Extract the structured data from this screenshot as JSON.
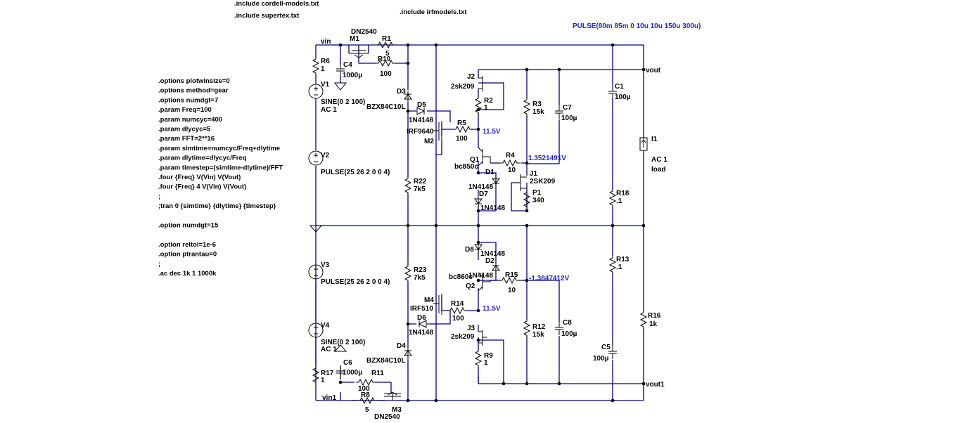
{
  "includes": {
    "cordell": ".include cordell-models.txt",
    "supertex": ".include supertex.txt",
    "irf": ".include irfmodels.txt"
  },
  "pulse_source": "PULSE(80m 85m 0 10u 10u 150u 300u)",
  "directives": [
    ".options plotwinsize=0",
    ".options method=gear",
    ".options numdgt=7",
    ".param Freq=100",
    ".param numcyc=400",
    ".param dlycyc=5",
    ".param FFT=2**16",
    ".param simtime=numcyc/Freq+dlytime",
    ".param dlytime=dlycyc/Freq",
    ".param timestep=(simtime-dlytime)/FFT",
    ".four {Freq} V(Vin) V(Vout)",
    ".four {Freq} 4 V(Vin) V(Vout)",
    ";",
    ";tran 0 {simtime} {dlytime} {timestep}",
    "",
    ".option numdgt=15",
    "",
    ".option reltol=1e-6",
    ".option ptrantau=0",
    ";",
    ".ac dec 1k 1 1000k"
  ],
  "nets": {
    "vin": "vin",
    "vin1": "vin1",
    "vout": "vout",
    "vout1": "vout1"
  },
  "voltages": {
    "v1": "11.5V",
    "v2": "1.3521491V",
    "v3": "11.5V",
    "v4": "-1.3847412V"
  },
  "parts": {
    "m1": {
      "name": "M1",
      "model": "DN2540"
    },
    "m3": {
      "name": "M3",
      "model": "DN2540"
    },
    "m2": {
      "name": "M2",
      "model": "IRF9640"
    },
    "m4": {
      "name": "M4",
      "model": "IRF510"
    },
    "r1": {
      "name": "R1",
      "value": "5"
    },
    "r10": {
      "name": "R10",
      "value": "100"
    },
    "r6": {
      "name": "R6",
      "value": "1"
    },
    "c4": {
      "name": "C4",
      "value": "1000µ"
    },
    "v1": {
      "name": "V1",
      "value": "SINE(0 2 100)",
      "ac": "AC 1"
    },
    "v2": {
      "name": "V2",
      "value": "PULSE(25 26 2 0 0 4)"
    },
    "v3": {
      "name": "V3",
      "value": "PULSE(25 26 2 0 0 4)"
    },
    "v4": {
      "name": "V4",
      "value": "SINE(0 2 100)",
      "ac": "AC 1"
    },
    "d3": {
      "name": "D3",
      "model": "BZX84C10L"
    },
    "d4": {
      "name": "D4",
      "model": "BZX84C10L"
    },
    "d5": {
      "name": "D5",
      "model": "1N4148"
    },
    "d6": {
      "name": "D6",
      "model": "1N4148"
    },
    "r5": {
      "name": "R5",
      "value": "100"
    },
    "r14": {
      "name": "R14",
      "value": "100"
    },
    "r22": {
      "name": "R22",
      "value": "7k5"
    },
    "r23": {
      "name": "R23",
      "value": "7k5"
    },
    "j2": {
      "name": "J2",
      "model": "2sk209"
    },
    "j3": {
      "name": "J3",
      "model": "2sk209"
    },
    "j1": {
      "name": "J1",
      "model": "2SK209"
    },
    "r2": {
      "name": "R2",
      "value": "1"
    },
    "r9": {
      "name": "R9",
      "value": "1"
    },
    "q1": {
      "name": "Q1",
      "model": "bc850c"
    },
    "q2": {
      "name": "Q2",
      "model": "bc860c"
    },
    "d1": {
      "name": "D1",
      "model": "1N4148"
    },
    "d7": {
      "name": "D7",
      "model": "1N4148"
    },
    "d8": {
      "name": "D8",
      "model": "1N4148"
    },
    "d2": {
      "name": "D2",
      "model": "1N4148"
    },
    "r4": {
      "name": "R4",
      "value": "10"
    },
    "r15": {
      "name": "R15",
      "value": "10"
    },
    "p1": {
      "name": "P1",
      "value": "340"
    },
    "r3": {
      "name": "R3",
      "value": "15k"
    },
    "r12": {
      "name": "R12",
      "value": "15k"
    },
    "c7": {
      "name": "C7",
      "value": "100µ"
    },
    "c8": {
      "name": "C8",
      "value": "100µ"
    },
    "c1": {
      "name": "C1",
      "value": "100µ"
    },
    "c5": {
      "name": "C5",
      "value": "100µ"
    },
    "r18": {
      "name": "R18",
      "value": ".1"
    },
    "r13": {
      "name": "R13",
      "value": ".1"
    },
    "r16": {
      "name": "R16",
      "value": "1k"
    },
    "i1": {
      "name": "I1",
      "ac": "AC 1",
      "label": "load"
    },
    "c6": {
      "name": "C6",
      "value": "1000µ"
    },
    "r17": {
      "name": "R17",
      "value": "1"
    },
    "r11": {
      "name": "R11",
      "value": "100"
    },
    "r8": {
      "name": "R8",
      "value": "5"
    }
  },
  "colors": {
    "wire": "#000080",
    "component": "#000000",
    "net_voltage": "#2323c8"
  }
}
